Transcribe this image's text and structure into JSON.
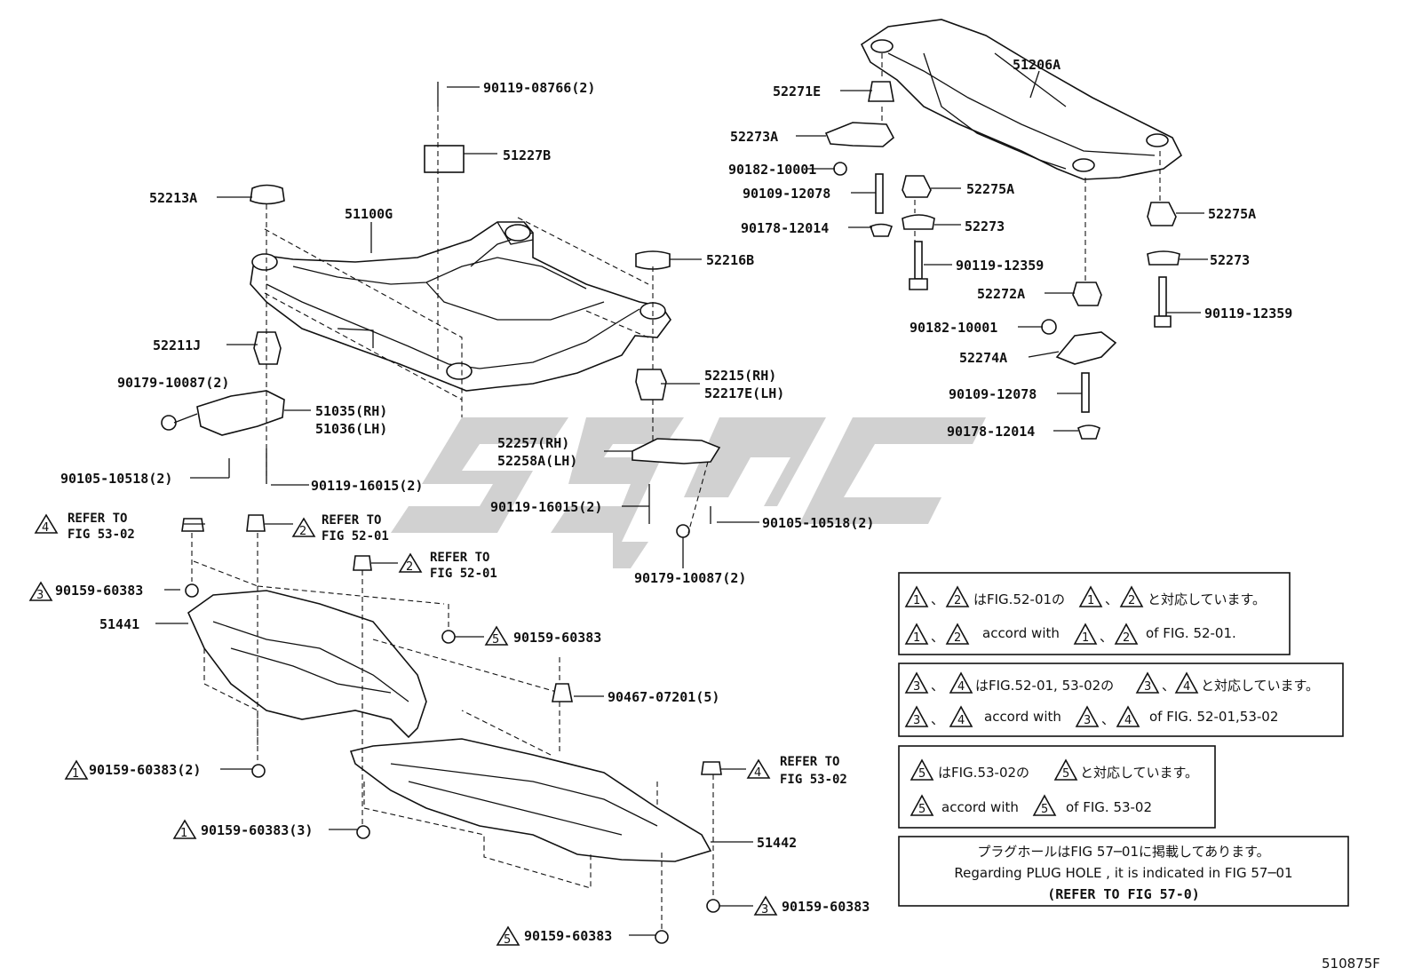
{
  "diagram_id": "510875F",
  "callouts": [
    {
      "id": "c1",
      "text": "90119-08766(2)"
    },
    {
      "id": "c2",
      "text": "51227B"
    },
    {
      "id": "c3",
      "text": "52213A"
    },
    {
      "id": "c4",
      "text": "51100G"
    },
    {
      "id": "c5",
      "text": "52216B"
    },
    {
      "id": "c6",
      "text": "52211J"
    },
    {
      "id": "c7",
      "text": "90179-10087(2)"
    },
    {
      "id": "c8",
      "text": "51035(RH)"
    },
    {
      "id": "c9",
      "text": "51036(LH)"
    },
    {
      "id": "c10",
      "text": "90105-10518(2)"
    },
    {
      "id": "c11",
      "text": "90119-16015(2)"
    },
    {
      "id": "c12",
      "text": "52215(RH)"
    },
    {
      "id": "c13",
      "text": "52217E(LH)"
    },
    {
      "id": "c14",
      "text": "52257(RH)"
    },
    {
      "id": "c15",
      "text": "52258A(LH)"
    },
    {
      "id": "c16",
      "text": "90119-16015(2)"
    },
    {
      "id": "c17",
      "text": "90105-10518(2)"
    },
    {
      "id": "c18",
      "text": "90179-10087(2)"
    },
    {
      "id": "c19",
      "text": "52271E"
    },
    {
      "id": "c20",
      "text": "51206A"
    },
    {
      "id": "c21",
      "text": "52273A"
    },
    {
      "id": "c22",
      "text": "90182-10001"
    },
    {
      "id": "c23",
      "text": "90109-12078"
    },
    {
      "id": "c24",
      "text": "52275A"
    },
    {
      "id": "c25",
      "text": "90178-12014"
    },
    {
      "id": "c26",
      "text": "52273"
    },
    {
      "id": "c27",
      "text": "52275A"
    },
    {
      "id": "c28",
      "text": "52273"
    },
    {
      "id": "c29",
      "text": "90119-12359"
    },
    {
      "id": "c30",
      "text": "52272A"
    },
    {
      "id": "c31",
      "text": "90119-12359"
    },
    {
      "id": "c32",
      "text": "90182-10001"
    },
    {
      "id": "c33",
      "text": "52274A"
    },
    {
      "id": "c34",
      "text": "90109-12078"
    },
    {
      "id": "c35",
      "text": "90178-12014"
    },
    {
      "id": "c36",
      "text": "51441"
    },
    {
      "id": "c37",
      "text": "90159-60383"
    },
    {
      "id": "c38",
      "text": "90159-60383"
    },
    {
      "id": "c39",
      "text": "90467-07201(5)"
    },
    {
      "id": "c40",
      "text": "90159-60383(2)"
    },
    {
      "id": "c41",
      "text": "51442"
    },
    {
      "id": "c42",
      "text": "90159-60383(3)"
    },
    {
      "id": "c43",
      "text": "90159-60383"
    },
    {
      "id": "c44",
      "text": "90159-60383"
    }
  ],
  "refers": [
    {
      "id": "r1",
      "num": "4",
      "line1": "REFER TO",
      "line2": "FIG 53-02"
    },
    {
      "id": "r2",
      "num": "2",
      "line1": "REFER TO",
      "line2": "FIG 52-01"
    },
    {
      "id": "r3",
      "num": "2",
      "line1": "REFER TO",
      "line2": "FIG 52-01"
    },
    {
      "id": "r4",
      "num": "4",
      "line1": "REFER TO",
      "line2": "FIG 53-02"
    }
  ],
  "triangle_numbers": {
    "t3a": "3",
    "t5a": "5",
    "t1a": "1",
    "t1b": "1",
    "t3b": "3",
    "t5b": "5"
  },
  "notes": {
    "n1_jp": "はFIG.52-01の",
    "n1_jp_end": "と対応しています。",
    "n1_en_mid": "accord with",
    "n1_en_end": "of FIG. 52-01.",
    "n2_jp": "はFIG.52-01, 53-02の",
    "n2_jp_end": "と対応しています。",
    "n2_en_mid": "accord with",
    "n2_en_end": "of FIG. 52-01,53-02",
    "n3_jp": "はFIG.53-02の",
    "n3_jp_end": "と対応しています。",
    "n3_en_mid": "accord with",
    "n3_en_end": "of FIG. 53-02",
    "n4_line1": "プラグホールはFIG 57─01に掲載してあります。",
    "n4_line2": "Regarding  PLUG  HOLE , it is indicated in FIG  57─01",
    "n4_line3": "(REFER TO FIG 57-0)"
  }
}
